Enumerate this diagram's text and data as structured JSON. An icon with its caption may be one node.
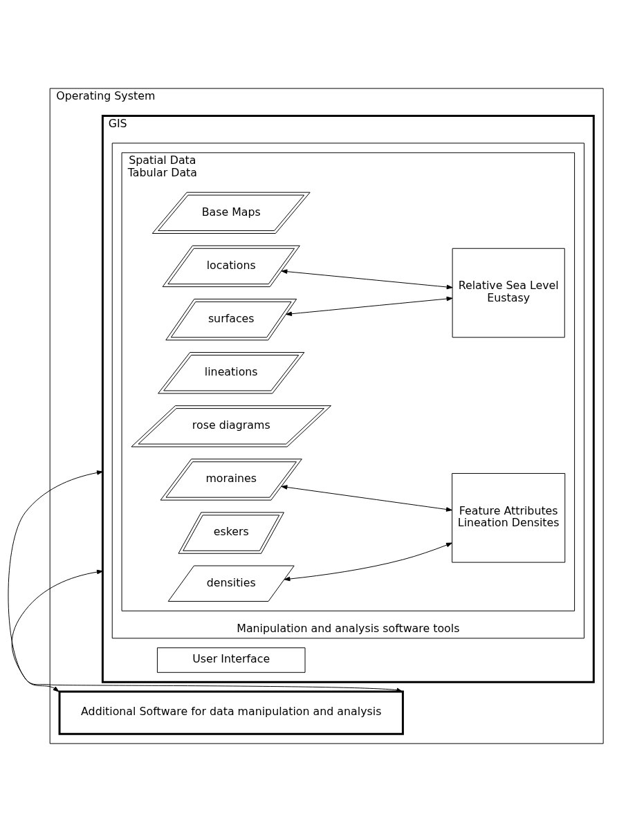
{
  "diagram": {
    "nodes": [
      {
        "text": [
          "Operating System"
        ]
      },
      {
        "text": [
          "GIS"
        ],
        "in": 0
      },
      {
        "text": [
          "User Interface"
        ],
        "in": 1
      },
      {
        "text": [
          "Manipulation and analysis software tools"
        ],
        "in": 1
      },
      {
        "text": [
          "Spatial Data",
          "Tabular Data"
        ],
        "in": 3
      },
      {
        "text": [
          "Base Maps"
        ],
        "in": 4
      },
      {
        "text": [
          "locations"
        ],
        "in": 4
      },
      {
        "text": [
          "surfaces"
        ],
        "in": 4
      },
      {
        "text": [
          "Relative Sea Level",
          "Eustasy"
        ],
        "in": 4
      },
      {
        "text": [
          "lineations"
        ],
        "in": 4
      },
      {
        "text": [
          "rose diagrams"
        ],
        "in": 4
      },
      {
        "text": [
          "moraines"
        ],
        "in": 4
      },
      {
        "text": [
          "eskers"
        ],
        "in": 4
      },
      {
        "text": [
          "Feature Attributes",
          "Lineation Densites"
        ],
        "in": 4
      },
      {
        "text": [
          "densities"
        ],
        "in": 4
      },
      {
        "text": [
          "Additional Software for data manipulation and analysis"
        ],
        "in": 0
      }
    ],
    "edges": [
      {
        "from": 6,
        "to": 8,
        "arrow": "both"
      },
      {
        "from": 7,
        "to": 8,
        "arrow": "both"
      },
      {
        "from": 11,
        "to": 13,
        "arrow": "both"
      },
      {
        "from": 14,
        "to": 13,
        "arrow": "both"
      },
      {
        "from": 1,
        "to": 15,
        "arrow": "both"
      },
      {
        "from": 1,
        "to": 15,
        "arrow": "both"
      }
    ]
  }
}
